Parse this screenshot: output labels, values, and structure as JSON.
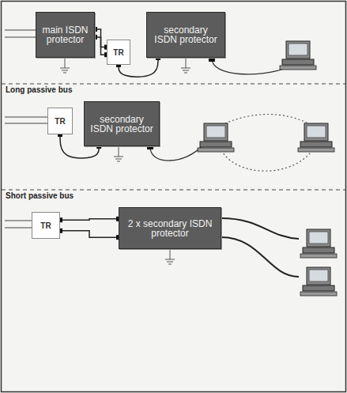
{
  "diagram": {
    "nodes": [
      {
        "text": [
          "main ISDN protector"
        ]
      },
      {
        "text": [
          "TR"
        ]
      },
      {
        "text": [
          "secondary ISDN protector"
        ]
      },
      {
        "text": [
          "TR"
        ]
      },
      {
        "text": [
          "secondary ISDN protector"
        ]
      },
      {
        "text": [
          "TR"
        ]
      },
      {
        "text": [
          "2 x secondary ISDN protector"
        ]
      }
    ],
    "edges": [
      {
        "from": 0,
        "to": 1,
        "arrow": "none"
      },
      {
        "from": 0,
        "to": 1,
        "arrow": "none"
      },
      {
        "from": 1,
        "to": 2,
        "arrow": "none"
      },
      {
        "from": 3,
        "to": 4,
        "arrow": "none"
      },
      {
        "from": 5,
        "to": 6,
        "arrow": "none"
      },
      {
        "from": 5,
        "to": 6,
        "arrow": "none"
      }
    ],
    "labels": [
      "Long passive bus",
      "Short passive bus"
    ]
  }
}
